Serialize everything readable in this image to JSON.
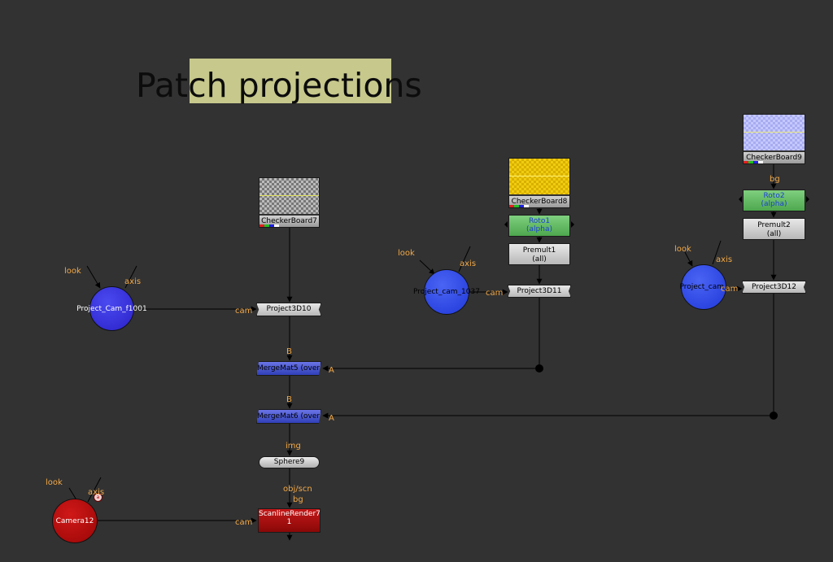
{
  "backdrop": {
    "title": "Patch projections",
    "color": "#c6c88c"
  },
  "nodes": {
    "checkerboard7": "CheckerBoard7",
    "checkerboard8": "CheckerBoard8",
    "checkerboard9": "CheckerBoard9",
    "roto1": {
      "name": "Roto1",
      "channel": "(alpha)"
    },
    "roto2": {
      "name": "Roto2",
      "channel": "(alpha)"
    },
    "premult1": {
      "name": "Premult1",
      "channel": "(all)"
    },
    "premult2": {
      "name": "Premult2",
      "channel": "(all)"
    },
    "project10": "Project3D10",
    "project11": "Project3D11",
    "project12": "Project3D12",
    "cam_f1001": "Project_Cam_f1001",
    "cam_1037": "Project_cam_1037",
    "cam_3": "Project_cam_",
    "mergemat5": "MergeMat5 (over)",
    "mergemat6": "MergeMat6 (over)",
    "sphere9": "Sphere9",
    "scanline": {
      "line1": "ScanlineRender7",
      "line2": "1"
    },
    "camera12": "Camera12"
  },
  "inputs": {
    "look": "look",
    "axis": "axis",
    "cam": "cam",
    "bg": "bg",
    "B": "B",
    "A": "A",
    "img": "img",
    "obj_scn": "obj/scn"
  },
  "colors": {
    "canvas": "#323232",
    "input_label": "#f2a948",
    "camera_node": "#2a3ae0",
    "render_node": "#b01010",
    "merge_node": "#4a56d0",
    "roto_node": "#5fb85f"
  }
}
